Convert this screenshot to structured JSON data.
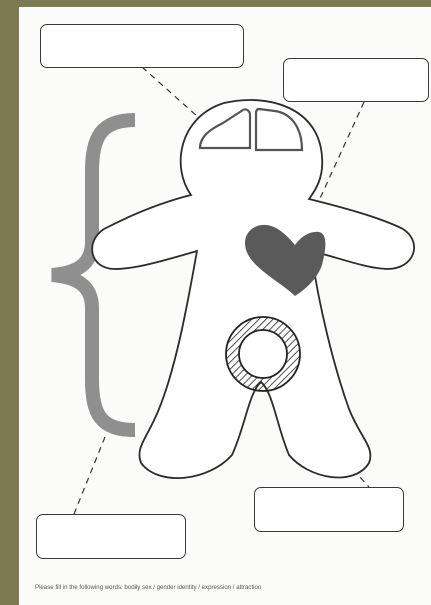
{
  "worksheet": {
    "instruction": "Please fill in the following words: bodily sex / gender identity / expression / attraction",
    "boxes": [
      {
        "id": "top-left",
        "value": ""
      },
      {
        "id": "top-right",
        "value": ""
      },
      {
        "id": "bottom-right",
        "value": ""
      },
      {
        "id": "bottom-left",
        "value": ""
      }
    ]
  },
  "colors": {
    "frame": "#7d7a52",
    "paper": "#fbfbfa",
    "outline": "#2b2b2b",
    "brace": "#8f8f8f",
    "heart": "#5a5a5a"
  },
  "icons": [
    "brain-icon",
    "heart-icon",
    "pelvis-circle-icon",
    "curly-brace-icon"
  ]
}
